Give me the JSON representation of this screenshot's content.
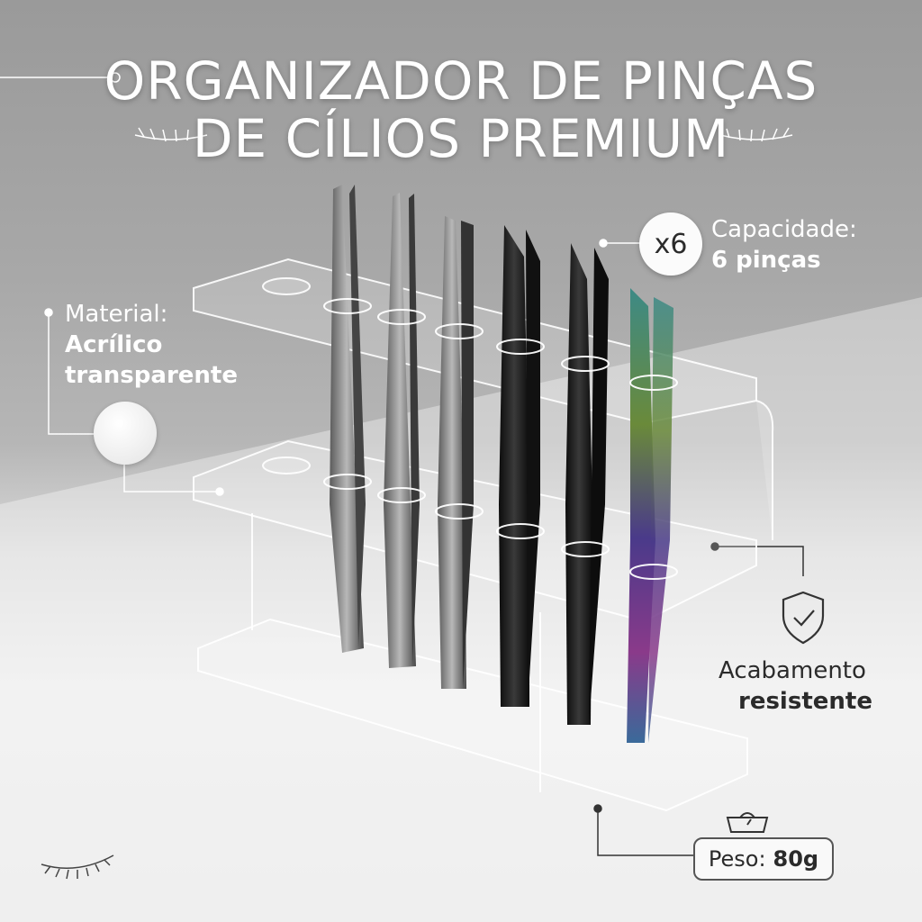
{
  "title": {
    "line1": "ORGANIZADOR DE PINÇAS",
    "line2": "DE CÍLIOS PREMIUM"
  },
  "capacity": {
    "badge": "x6",
    "label": "Capacidade:",
    "value": "6 pinças"
  },
  "material": {
    "label": "Material:",
    "value_line1": "Acrílico",
    "value_line2": "transparente",
    "icon": "crystal-icon"
  },
  "finish": {
    "label": "Acabamento",
    "value": "resistente",
    "icon": "shield-check-icon"
  },
  "weight": {
    "label": "Peso:",
    "value": "80g",
    "icon": "scale-icon"
  },
  "colors": {
    "text_light": "#ffffff",
    "text_dark": "#2b2b2b",
    "tweezer_silver": "#8c8c8c",
    "tweezer_black": "#1a1a1a"
  }
}
